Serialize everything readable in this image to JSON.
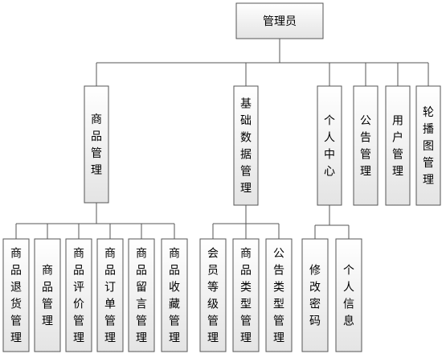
{
  "diagram": {
    "root": {
      "id": "root",
      "label": "管理员"
    },
    "level1": [
      {
        "id": "l1-goods",
        "label": "商品管理"
      },
      {
        "id": "l1-basic",
        "label": "基础数据管理"
      },
      {
        "id": "l1-personal",
        "label": "个人中心"
      },
      {
        "id": "l1-notice",
        "label": "公告管理"
      },
      {
        "id": "l1-user",
        "label": "用户管理"
      },
      {
        "id": "l1-carousel",
        "label": "轮播图管理"
      }
    ],
    "level2": [
      {
        "id": "l2-return",
        "parent": "l1-goods",
        "label": "商品退货管理"
      },
      {
        "id": "l2-goods",
        "parent": "l1-goods",
        "label": "商品管理"
      },
      {
        "id": "l2-review",
        "parent": "l1-goods",
        "label": "商品评价管理"
      },
      {
        "id": "l2-order",
        "parent": "l1-goods",
        "label": "商品订单管理"
      },
      {
        "id": "l2-message",
        "parent": "l1-goods",
        "label": "商品留言管理"
      },
      {
        "id": "l2-favorite",
        "parent": "l1-goods",
        "label": "商品收藏管理"
      },
      {
        "id": "l2-member",
        "parent": "l1-basic",
        "label": "会员等级管理"
      },
      {
        "id": "l2-goodstype",
        "parent": "l1-basic",
        "label": "商品类型管理"
      },
      {
        "id": "l2-noticetype",
        "parent": "l1-basic",
        "label": "公告类型管理"
      },
      {
        "id": "l2-password",
        "parent": "l1-personal",
        "label": "修改密码"
      },
      {
        "id": "l2-info",
        "parent": "l1-personal",
        "label": "个人信息"
      }
    ]
  }
}
